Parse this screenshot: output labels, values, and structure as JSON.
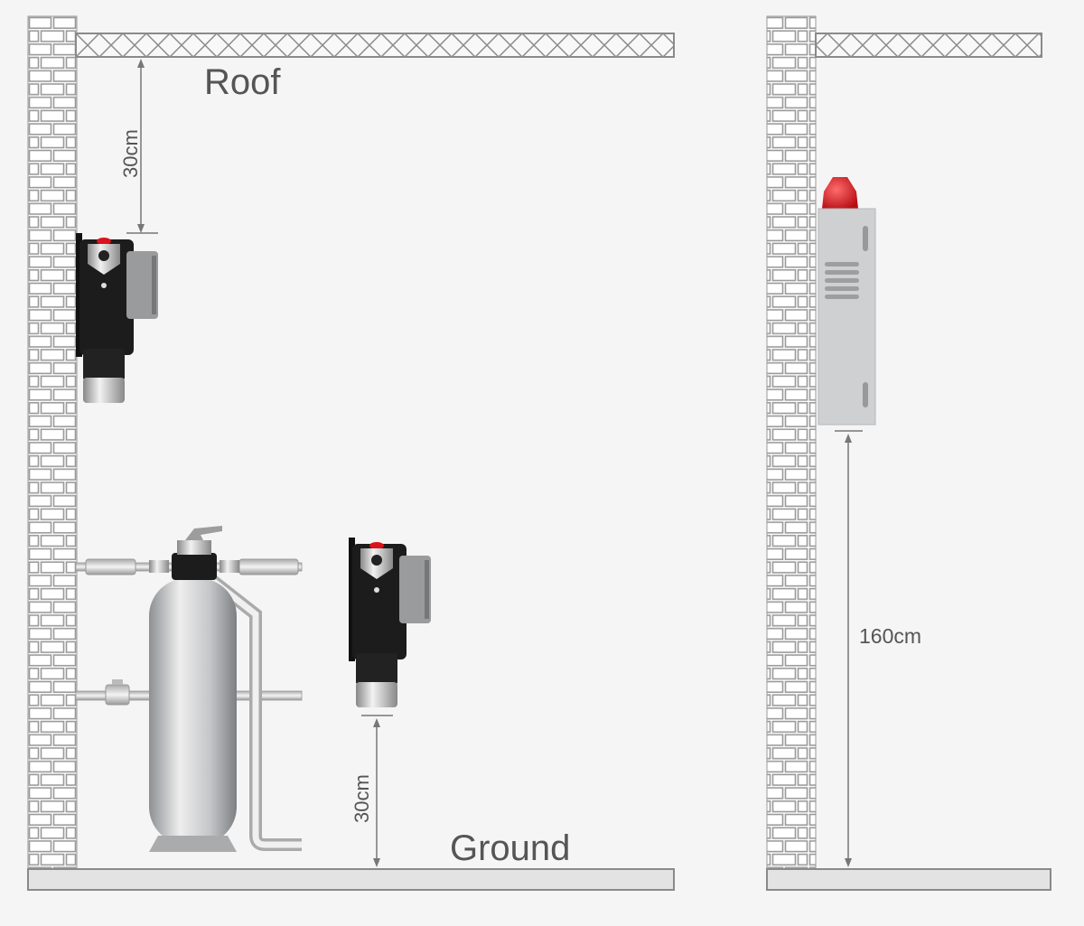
{
  "labels": {
    "roof": "Roof",
    "ground": "Ground",
    "top_distance": "30cm",
    "bottom_distance": "30cm",
    "alarm_height": "160cm"
  },
  "colors": {
    "background": "#f5f5f5",
    "line": "#8a8a8a",
    "detector_body": "#1c1c1c",
    "beacon": "#d8141c",
    "alarm_box": "#cfd0d2"
  }
}
